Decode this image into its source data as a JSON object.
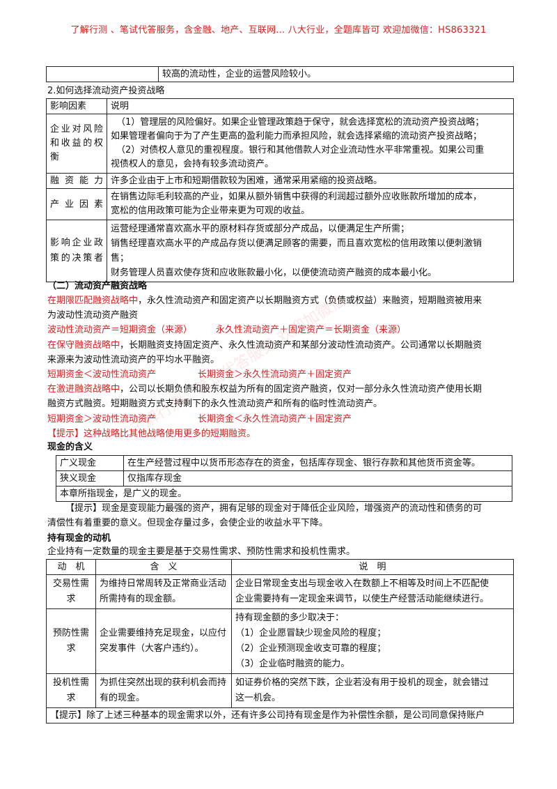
{
  "banner": "了解行测 、笔试代答服务，含金融、地产、互联网... 八大行业，全题库皆可 欢迎加微信：HS863321",
  "top_row_text": "较高的流动性，企业的运营风险较小。",
  "section2_title": "2.如何选择流动资产投资战略",
  "table1": {
    "header": [
      "影响因素",
      "说明"
    ],
    "rows": [
      {
        "factor": "企业对风险和收益的权衡",
        "lines": [
          "（1）管理层的风险偏好。如果企业管理政策趋于保守，就会选择宽松的流动资产投资战略；",
          "如果管理者偏向于为了产生更高的盈利能力而承担风险，就会选择紧缩的流动资产投资战略；",
          "（2）对债权人意见的重视程度。银行和其他借款人对企业流动性水平非常重视。如果公司重",
          "视债权人的意见，会持有较多流动资产。"
        ]
      },
      {
        "factor": "融资能力",
        "lines": [
          "许多企业由于上市和短期借款较为困难，通常采用紧缩的投资战略。"
        ]
      },
      {
        "factor": "产业因素",
        "lines": [
          "在销售边际毛利较高的产业，如果从额外销售中获得的利润超过额外应收账款所增加的成本，",
          "宽松的信用政策可能为企业带来更为可观的收益。"
        ]
      },
      {
        "factor": "影响企业政策的决策者",
        "lines": [
          "运营经理通常喜欢高水平的原材料存货或部分产成品，以便满足生产所需；",
          "销售经理喜欢高水平的产成品存货以便满足顾客的需要，而且喜欢宽松的信用政策以便刺激销",
          "售；",
          "财务管理人员喜欢使存货和应收账款最小化，以便使流动资产融资的成本最小化。"
        ]
      }
    ]
  },
  "financing": {
    "title": "（二）流动资产融资战略",
    "p1_red": "在期限匹配融资战略中",
    "p1_rest_a": "，永久性流动资产和固定资产以长期融资方式（负债或权益）来融资，短期融资被用来",
    "p1_rest_b": "为波动性流动资产融资",
    "f1a": "波动性流动资产＝短期资金（来源）",
    "f1b": "永久性流动资产＋固定资产＝长期资金（来源）",
    "p2_red": "在保守融资战略中",
    "p2_rest_a": "，长期融资支持固定资产、永久性流动资产和某部分波动性流动资产。公司通常以长期融资",
    "p2_rest_b": "来源来为波动性流动资产的平均水平融资。",
    "f2a": "短期资金＜波动性流动资产",
    "f2b": "长期资金＞永久性流动资产＋固定资产",
    "p3_red": "在激进融资战略中",
    "p3_rest_a": "，公司以长期负债和股东权益为所有的固定资产融资，仅对一部分永久性流动资产使用长期",
    "p3_rest_b": "融资方式融资。短期融资方式支持剩下的永久性流动资产和所有的临时性流动资产。",
    "f3a": "短期资金＞波动性流动资产",
    "f3b": "长期资金＜永久性流动资产＋固定资产",
    "tip": "【提示】这种战略比其他战略使用更多的短期融资。"
  },
  "cash": {
    "title": "现金的含义",
    "rows": [
      {
        "k": "广义现金",
        "v": "在生产经营过程中以货币形态存在的资金，包括库存现金、银行存款和其他货币资金等。"
      },
      {
        "k": "狭义现金",
        "v": "仅指库存现金"
      }
    ],
    "note": "本章所指现金，是广义的现金。",
    "tip_a": "【提示】现金是变现能力最强的资产，拥有足够的现金对于降低企业风险，增强资产的流动性和债务的可",
    "tip_b": "清偿性有着重要的意义。但现金存量过多，会使企业的收益水平下降。"
  },
  "motives": {
    "title": "持有现金的动机",
    "intro": "企业持有一定数量的现金主要是基于交易性需求、预防性需求和投机性需求。",
    "header": [
      "动　机",
      "含　义",
      "说　明"
    ],
    "rows": [
      {
        "m": "交易性需求",
        "d": "为维持日常周转及正常商业活动所需持有的现金额。",
        "e": [
          "企业日常现金支出与现金收入在数额上不相等及时间上不匹配使",
          "企业需要持有一定现金来调节，以使生产经营活动能继续进行。"
        ]
      },
      {
        "m": "预防性需求",
        "d": "企业需要维持充足现金，以应付突发事件（大客户违约）。",
        "e": [
          "持有现金额的多少取决于：",
          "（1）企业愿冒缺少现金风险的程度；",
          "（2）企业预测现金收支可靠的程度；",
          "（3）企业临时融资的能力。"
        ]
      },
      {
        "m": "投机性需求",
        "d": "为抓住突然出现的获利机会而持有的现金。",
        "e": [
          "如证券价格的突然下跌，企业若没有用于投机的现金，就会错过",
          "这一机会。"
        ]
      }
    ],
    "tip": "【提示】除了上述三种基本的现金需求以外，还有许多公司持有现金是作为补偿性余额，是公司同意保持账户"
  },
  "watermark": "了解行测、笔试代答服务 欢迎加微信"
}
